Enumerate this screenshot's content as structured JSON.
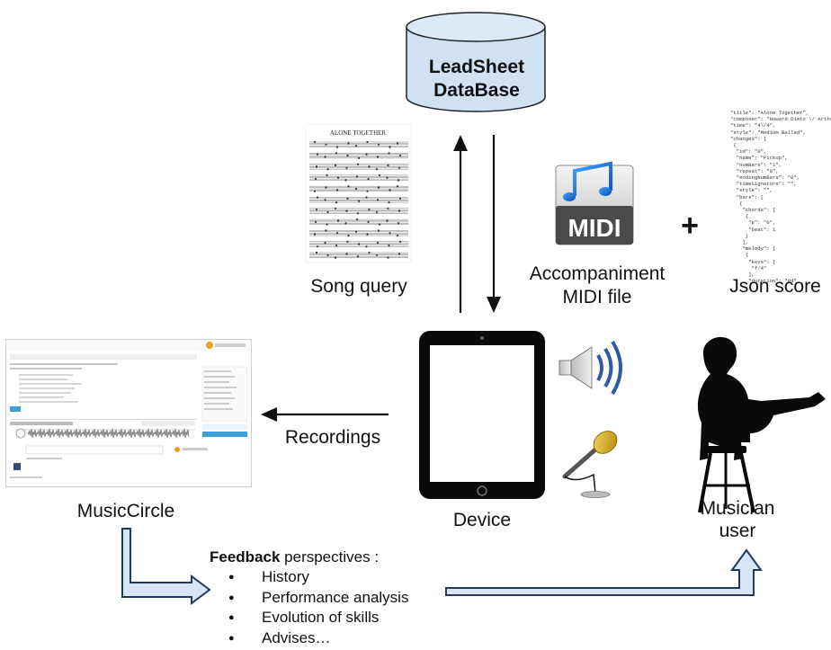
{
  "database": {
    "line1": "LeadSheet",
    "line2": "DataBase"
  },
  "labels": {
    "song_query": "Song query",
    "accompaniment_line1": "Accompaniment",
    "accompaniment_line2": "MIDI file",
    "json_score": "Json score",
    "recordings": "Recordings",
    "device": "Device",
    "musiccircle": "MusicCircle",
    "musician_line1": "Musician",
    "musician_line2": "user",
    "plus": "+"
  },
  "midi_icon": {
    "text": "MIDI",
    "icon": "music-note-icon"
  },
  "sheet_title": "ALONE TOGETHER",
  "feedback": {
    "bold": "Feedback",
    "rest": " perspectives :",
    "items": [
      "History",
      "Performance analysis",
      "Evolution of skills",
      "Advises…"
    ]
  },
  "json_text": "\"title\": \"Alone Together\",\n\"composer\": \"Howard Dietz \\/ Arthur\n\"time\": \"4\\/4\",\n\"style\": \"Medium Ballad\",\n\"changes\": [\n {\n  \"id\": \"0\",\n  \"name\": \"Pickup\",\n  \"numBars\": \"1\",\n  \"repeat\": \"0\",\n  \"endingNumBars\": \"0\",\n  \"timeSignature\": \"\",\n  \"style\": \"\",\n  \"bars\": [\n   {\n    \"chords\": [\n     {\n      \"p\": \"0\",\n      \"beat\": 1\n     }\n    ],\n    \"melody\": [\n     {\n      \"keys\": [\n       \"f/4\"\n      ],\n      \"duration\": \"8d\"",
  "colors": {
    "db_fill": "#cfe1f3",
    "db_top": "#dde9f6",
    "arrow_outline": "#1f3a5c",
    "arrow_fill": "#d6e6f7",
    "speaker_wave": "#2f5aa8"
  }
}
